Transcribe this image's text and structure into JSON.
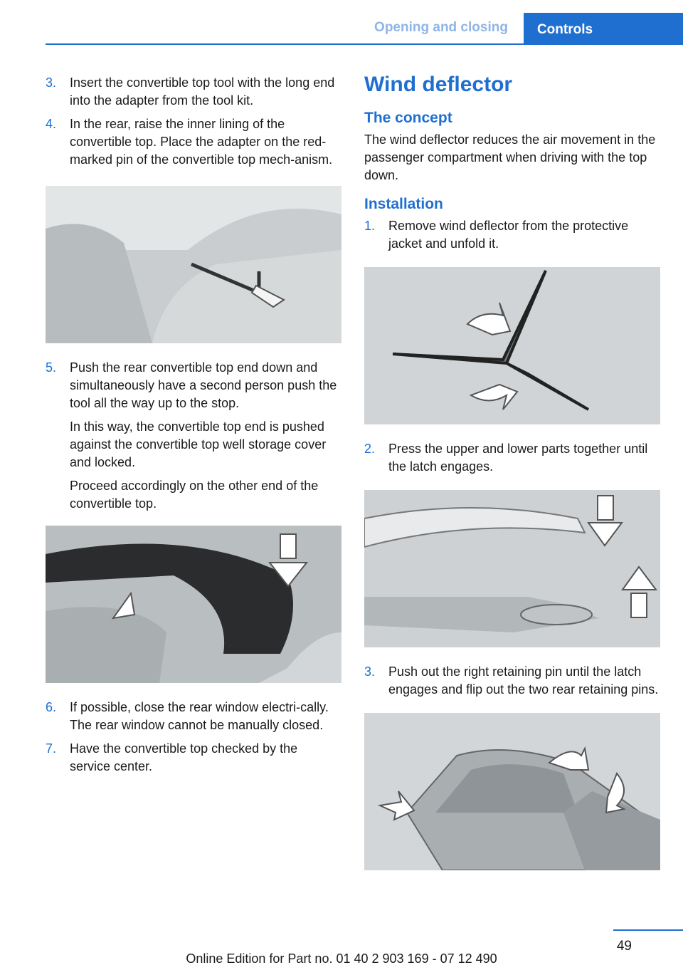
{
  "header": {
    "section": "Opening and closing",
    "chapter": "Controls"
  },
  "left": {
    "steps_a": [
      {
        "num": "3.",
        "text": "Insert the convertible top tool with the long end into the adapter from the tool kit."
      },
      {
        "num": "4.",
        "text": "In the rear, raise the inner lining of the convertible top. Place the adapter on the red-marked pin of the convertible top mech-anism."
      }
    ],
    "step5": {
      "num": "5.",
      "text": "Push the rear convertible top end down and simultaneously have a second person push the tool all the way up to the stop."
    },
    "para1": "In this way, the convertible top end is pushed against the convertible top well storage cover and locked.",
    "para2": "Proceed accordingly on the other end of the convertible top.",
    "steps_b": [
      {
        "num": "6.",
        "text": "If possible, close the rear window electri-cally. The rear window cannot be manually closed."
      },
      {
        "num": "7.",
        "text": "Have the convertible top checked by the service center."
      }
    ]
  },
  "right": {
    "title": "Wind deflector",
    "concept_heading": "The concept",
    "concept_text": "The wind deflector reduces the air movement in the passenger compartment when driving with the top down.",
    "installation_heading": "Installation",
    "step1": {
      "num": "1.",
      "text": "Remove wind deflector from the protective jacket and unfold it."
    },
    "step2": {
      "num": "2.",
      "text": "Press the upper and lower parts together until the latch engages."
    },
    "step3": {
      "num": "3.",
      "text": "Push out the right retaining pin until the latch engages and flip out the two rear retaining pins."
    }
  },
  "footer": {
    "page_number": "49",
    "edition": "Online Edition for Part no. 01 40 2 903 169 - 07 12 490"
  }
}
